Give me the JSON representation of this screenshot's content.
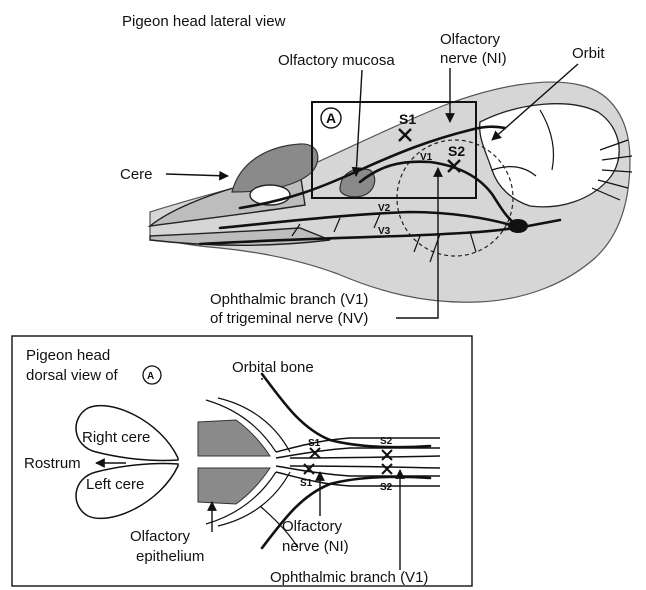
{
  "lateral": {
    "title": "Pigeon head lateral view",
    "olfactory_mucosa": "Olfactory mucosa",
    "olfactory_nerve_line1": "Olfactory",
    "olfactory_nerve_line2": "nerve (NI)",
    "orbit": "Orbit",
    "cere": "Cere",
    "box_letter": "A",
    "s1": "S1",
    "s2": "S2",
    "v1": "V1",
    "v2": "V2",
    "v3": "V3",
    "ophthalmic_line1": "Ophthalmic branch (V1)",
    "ophthalmic_line2": "of trigeminal nerve (NV)"
  },
  "dorsal": {
    "title_line1": "Pigeon head",
    "title_line2": "dorsal view of",
    "title_letter": "A",
    "orbital_bone": "Orbital bone",
    "right_cere": "Right cere",
    "rostrum": "Rostrum",
    "left_cere": "Left cere",
    "olfactory_epithelium_line1": "Olfactory",
    "olfactory_epithelium_line2": "epithelium",
    "olfactory_nerve_line1": "Olfactory",
    "olfactory_nerve_line2": "nerve (NI)",
    "ophthalmic_branch": "Ophthalmic branch (V1)",
    "s1_top": "S1",
    "s1_bottom": "S1",
    "s2_top": "S2",
    "s2_bottom": "S2"
  },
  "colors": {
    "head_fill": "#d6d6d6",
    "dark_fill": "#8a8a8a",
    "line": "#111111"
  }
}
